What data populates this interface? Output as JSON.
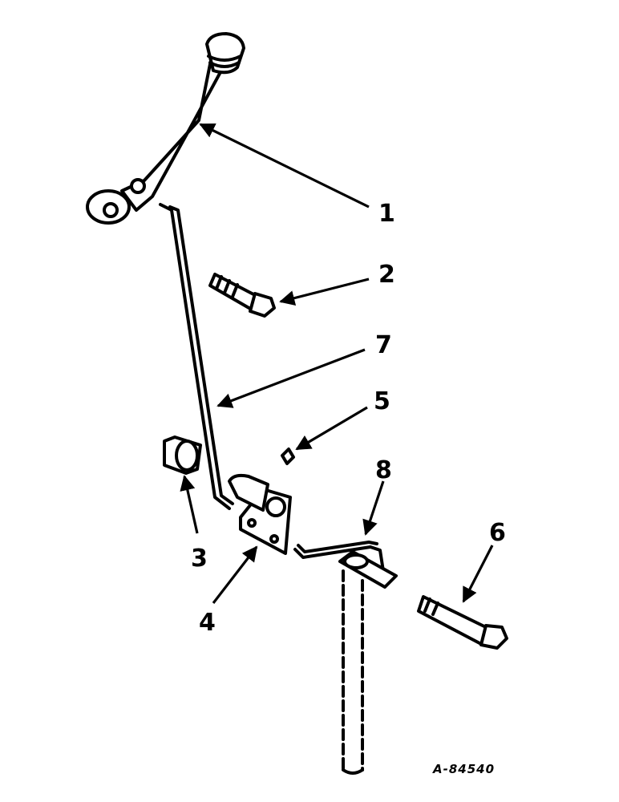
{
  "callouts": {
    "c1": "1",
    "c2": "2",
    "c3": "3",
    "c4": "4",
    "c5": "5",
    "c6": "6",
    "c7": "7",
    "c8": "8"
  },
  "reference_number": "A-84540",
  "colors": {
    "ink": "#000000",
    "paper": "#ffffff"
  }
}
